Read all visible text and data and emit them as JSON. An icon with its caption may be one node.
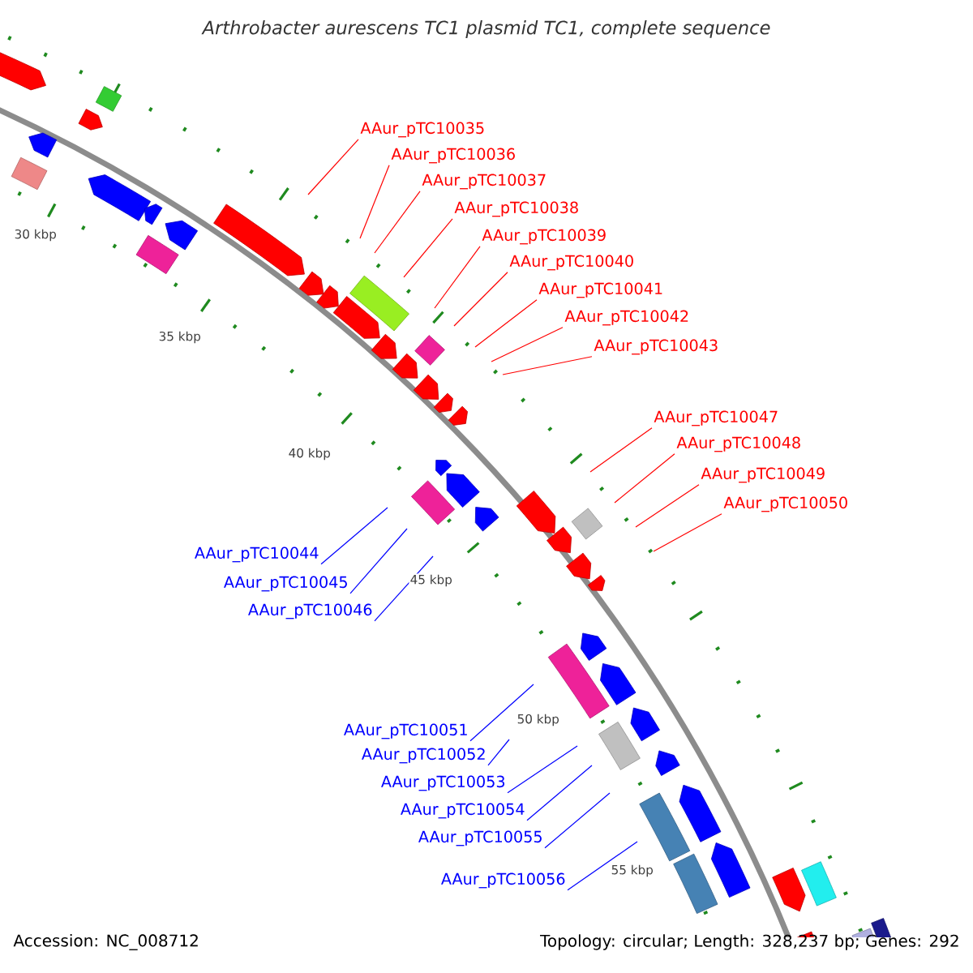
{
  "diagram": {
    "title": "Arthrobacter aurescens TC1 plasmid TC1, complete sequence",
    "nodes": [
      {
        "text": [
          "AAur_pTC10035"
        ]
      },
      {
        "text": [
          "AAur_pTC10036"
        ]
      },
      {
        "text": [
          "AAur_pTC10037"
        ]
      },
      {
        "text": [
          "AAur_pTC10038"
        ]
      },
      {
        "text": [
          "AAur_pTC10039"
        ]
      },
      {
        "text": [
          "AAur_pTC10040"
        ]
      },
      {
        "text": [
          "AAur_pTC10041"
        ]
      },
      {
        "text": [
          "AAur_pTC10042"
        ]
      },
      {
        "text": [
          "AAur_pTC10043"
        ]
      },
      {
        "text": [
          "AAur_pTC10044"
        ]
      },
      {
        "text": [
          "AAur_pTC10045"
        ]
      },
      {
        "text": [
          "AAur_pTC10046"
        ]
      },
      {
        "text": [
          "AAur_pTC10047"
        ]
      },
      {
        "text": [
          "AAur_pTC10048"
        ]
      },
      {
        "text": [
          "AAur_pTC10049"
        ]
      },
      {
        "text": [
          "AAur_pTC10050"
        ]
      },
      {
        "text": [
          "AAur_pTC10051"
        ]
      },
      {
        "text": [
          "AAur_pTC10052"
        ]
      },
      {
        "text": [
          "AAur_pTC10053"
        ]
      },
      {
        "text": [
          "AAur_pTC10054"
        ]
      },
      {
        "text": [
          "AAur_pTC10055"
        ]
      },
      {
        "text": [
          "AAur_pTC10056"
        ]
      }
    ],
    "edges": [
      {
        "from": 0,
        "to": null,
        "arrow": "none"
      },
      {
        "from": 1,
        "to": null,
        "arrow": "none"
      },
      {
        "from": 2,
        "to": null,
        "arrow": "none"
      },
      {
        "from": 3,
        "to": null,
        "arrow": "none"
      },
      {
        "from": 4,
        "to": null,
        "arrow": "none"
      },
      {
        "from": 5,
        "to": null,
        "arrow": "none"
      },
      {
        "from": 6,
        "to": null,
        "arrow": "none"
      },
      {
        "from": 7,
        "to": null,
        "arrow": "none"
      },
      {
        "from": 8,
        "to": null,
        "arrow": "none"
      },
      {
        "from": 9,
        "to": null,
        "arrow": "none",
        "color": "#0000ff"
      },
      {
        "from": 10,
        "to": null,
        "arrow": "none",
        "color": "#0000ff"
      },
      {
        "from": 11,
        "to": null,
        "arrow": "none",
        "color": "#0000ff"
      },
      {
        "from": 12,
        "to": null,
        "arrow": "none"
      },
      {
        "from": 13,
        "to": null,
        "arrow": "none"
      },
      {
        "from": 14,
        "to": null,
        "arrow": "none"
      },
      {
        "from": 15,
        "to": null,
        "arrow": "none"
      },
      {
        "from": 16,
        "to": null,
        "arrow": "none",
        "color": "#0000ff"
      },
      {
        "from": 17,
        "to": null,
        "arrow": "none",
        "color": "#0000ff"
      },
      {
        "from": 18,
        "to": null,
        "arrow": "none",
        "color": "#0000ff"
      },
      {
        "from": 19,
        "to": null,
        "arrow": "none",
        "color": "#0000ff"
      },
      {
        "from": 20,
        "to": null,
        "arrow": "none",
        "color": "#0000ff"
      },
      {
        "from": 21,
        "to": null,
        "arrow": "none",
        "color": "#0000ff"
      }
    ],
    "labels": [
      "30 kbp",
      "35 kbp",
      "40 kbp",
      "45 kbp",
      "50 kbp",
      "55 kbp",
      "Accession: NC_008712",
      "Topology: circular; Length: 328,237 bp; Genes: 292"
    ]
  }
}
